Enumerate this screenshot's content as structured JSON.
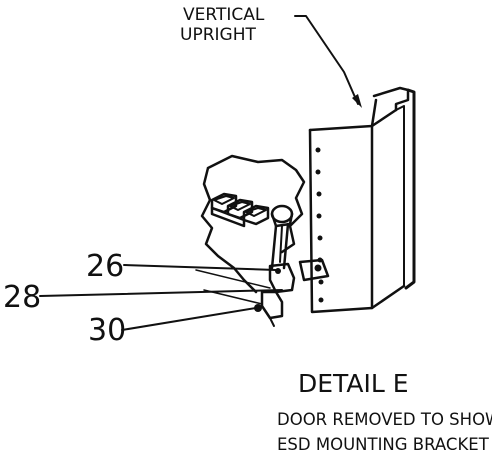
{
  "callouts": {
    "vertical_upright_line1": "VERTICAL",
    "vertical_upright_line2": "UPRIGHT",
    "part_26": "26",
    "part_28": "28",
    "part_30": "30"
  },
  "caption": {
    "title": "DETAIL  E",
    "note_line1": "DOOR REMOVED TO SHOW",
    "note_line2": "ESD MOUNTING BRACKET"
  },
  "colors": {
    "ink": "#111111",
    "background": "#ffffff"
  }
}
